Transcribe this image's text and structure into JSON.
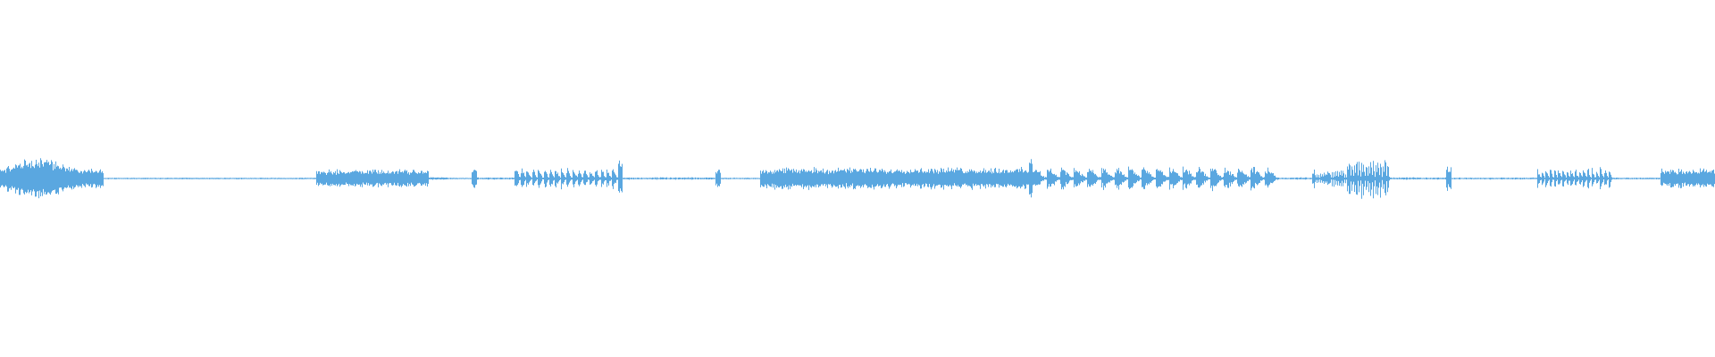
{
  "waveform": {
    "color": "#5aa7e0",
    "background": "#ffffff",
    "channels": 1,
    "segments": [
      {
        "start": 0.0,
        "end": 0.06,
        "amp": 0.1,
        "kind": "dense-swell"
      },
      {
        "start": 0.06,
        "end": 0.184,
        "amp": 0.004,
        "kind": "silence"
      },
      {
        "start": 0.184,
        "end": 0.25,
        "amp": 0.045,
        "kind": "dense"
      },
      {
        "start": 0.25,
        "end": 0.275,
        "amp": 0.01,
        "kind": "tail"
      },
      {
        "start": 0.275,
        "end": 0.278,
        "amp": 0.05,
        "kind": "spike"
      },
      {
        "start": 0.278,
        "end": 0.3,
        "amp": 0.006,
        "kind": "silence"
      },
      {
        "start": 0.3,
        "end": 0.36,
        "amp": 0.055,
        "kind": "bursts"
      },
      {
        "start": 0.36,
        "end": 0.363,
        "amp": 0.09,
        "kind": "spike"
      },
      {
        "start": 0.363,
        "end": 0.417,
        "amp": 0.006,
        "kind": "silence"
      },
      {
        "start": 0.417,
        "end": 0.42,
        "amp": 0.05,
        "kind": "spike"
      },
      {
        "start": 0.42,
        "end": 0.443,
        "amp": 0.004,
        "kind": "silence"
      },
      {
        "start": 0.443,
        "end": 0.6,
        "amp": 0.055,
        "kind": "dense"
      },
      {
        "start": 0.6,
        "end": 0.602,
        "amp": 0.11,
        "kind": "spike"
      },
      {
        "start": 0.602,
        "end": 0.745,
        "amp": 0.06,
        "kind": "bursts"
      },
      {
        "start": 0.745,
        "end": 0.765,
        "amp": 0.006,
        "kind": "silence"
      },
      {
        "start": 0.765,
        "end": 0.785,
        "amp": 0.05,
        "kind": "bursts"
      },
      {
        "start": 0.785,
        "end": 0.81,
        "amp": 0.11,
        "kind": "bursts"
      },
      {
        "start": 0.81,
        "end": 0.843,
        "amp": 0.006,
        "kind": "silence"
      },
      {
        "start": 0.843,
        "end": 0.846,
        "amp": 0.06,
        "kind": "spike"
      },
      {
        "start": 0.846,
        "end": 0.896,
        "amp": 0.005,
        "kind": "silence"
      },
      {
        "start": 0.896,
        "end": 0.94,
        "amp": 0.055,
        "kind": "bursts"
      },
      {
        "start": 0.94,
        "end": 0.968,
        "amp": 0.005,
        "kind": "silence"
      },
      {
        "start": 0.968,
        "end": 1.0,
        "amp": 0.05,
        "kind": "dense"
      }
    ]
  }
}
